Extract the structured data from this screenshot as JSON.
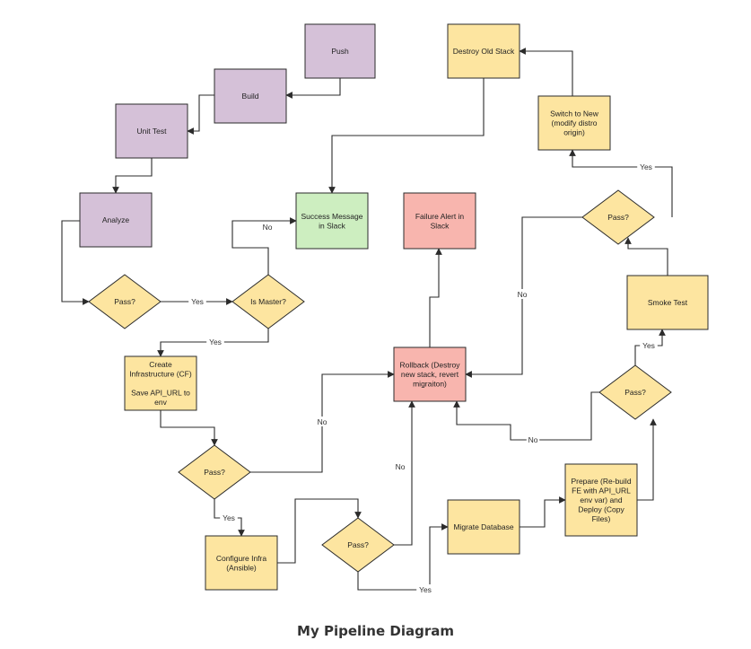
{
  "caption": "My Pipeline Diagram",
  "colors": {
    "purple": "#d5c1d8",
    "yellow": "#fde5a0",
    "green": "#cdeec0",
    "red": "#f8b5ae",
    "stroke": "#2b2b2b"
  },
  "nodes": {
    "push": {
      "shape": "rect",
      "color": "purple",
      "lines": [
        "Push"
      ]
    },
    "build": {
      "shape": "rect",
      "color": "purple",
      "lines": [
        "Build"
      ]
    },
    "unit_test": {
      "shape": "rect",
      "color": "purple",
      "lines": [
        "Unit Test"
      ]
    },
    "analyze": {
      "shape": "rect",
      "color": "purple",
      "lines": [
        "Analyze"
      ]
    },
    "pass1": {
      "shape": "diamond",
      "color": "yellow",
      "lines": [
        "Pass?"
      ]
    },
    "is_master": {
      "shape": "diamond",
      "color": "yellow",
      "lines": [
        "Is Master?"
      ]
    },
    "success": {
      "shape": "rect",
      "color": "green",
      "lines": [
        "Success Message",
        "in Slack"
      ]
    },
    "failure": {
      "shape": "rect",
      "color": "red",
      "lines": [
        "Failure Alert in",
        "Slack"
      ]
    },
    "destroy_old": {
      "shape": "rect",
      "color": "yellow",
      "lines": [
        "Destroy Old Stack"
      ]
    },
    "switch_new": {
      "shape": "rect",
      "color": "yellow",
      "lines": [
        "Switch to New",
        "(modify distro",
        "origin)"
      ]
    },
    "pass_top": {
      "shape": "diamond",
      "color": "yellow",
      "lines": [
        "Pass?"
      ]
    },
    "smoke": {
      "shape": "rect",
      "color": "yellow",
      "lines": [
        "Smoke Test"
      ]
    },
    "create_infra": {
      "shape": "rect",
      "color": "yellow",
      "lines": [
        "Create",
        "Infrastructure (CF)",
        "",
        "Save API_URL to",
        "env"
      ]
    },
    "rollback": {
      "shape": "rect",
      "color": "red",
      "lines": [
        "Rollback (Destroy",
        "new stack, revert",
        "migraiton)"
      ]
    },
    "pass_right": {
      "shape": "diamond",
      "color": "yellow",
      "lines": [
        "Pass?"
      ]
    },
    "pass2": {
      "shape": "diamond",
      "color": "yellow",
      "lines": [
        "Pass?"
      ]
    },
    "configure": {
      "shape": "rect",
      "color": "yellow",
      "lines": [
        "Configure Infra",
        "(Ansible)"
      ]
    },
    "pass3": {
      "shape": "diamond",
      "color": "yellow",
      "lines": [
        "Pass?"
      ]
    },
    "migrate": {
      "shape": "rect",
      "color": "yellow",
      "lines": [
        "Migrate Database"
      ]
    },
    "prepare": {
      "shape": "rect",
      "color": "yellow",
      "lines": [
        "Prepare (Re-build",
        "FE with API_URL",
        "env var) and",
        "Deploy (Copy",
        "Files)"
      ]
    }
  },
  "edge_labels": {
    "yes": "Yes",
    "no": "No"
  }
}
